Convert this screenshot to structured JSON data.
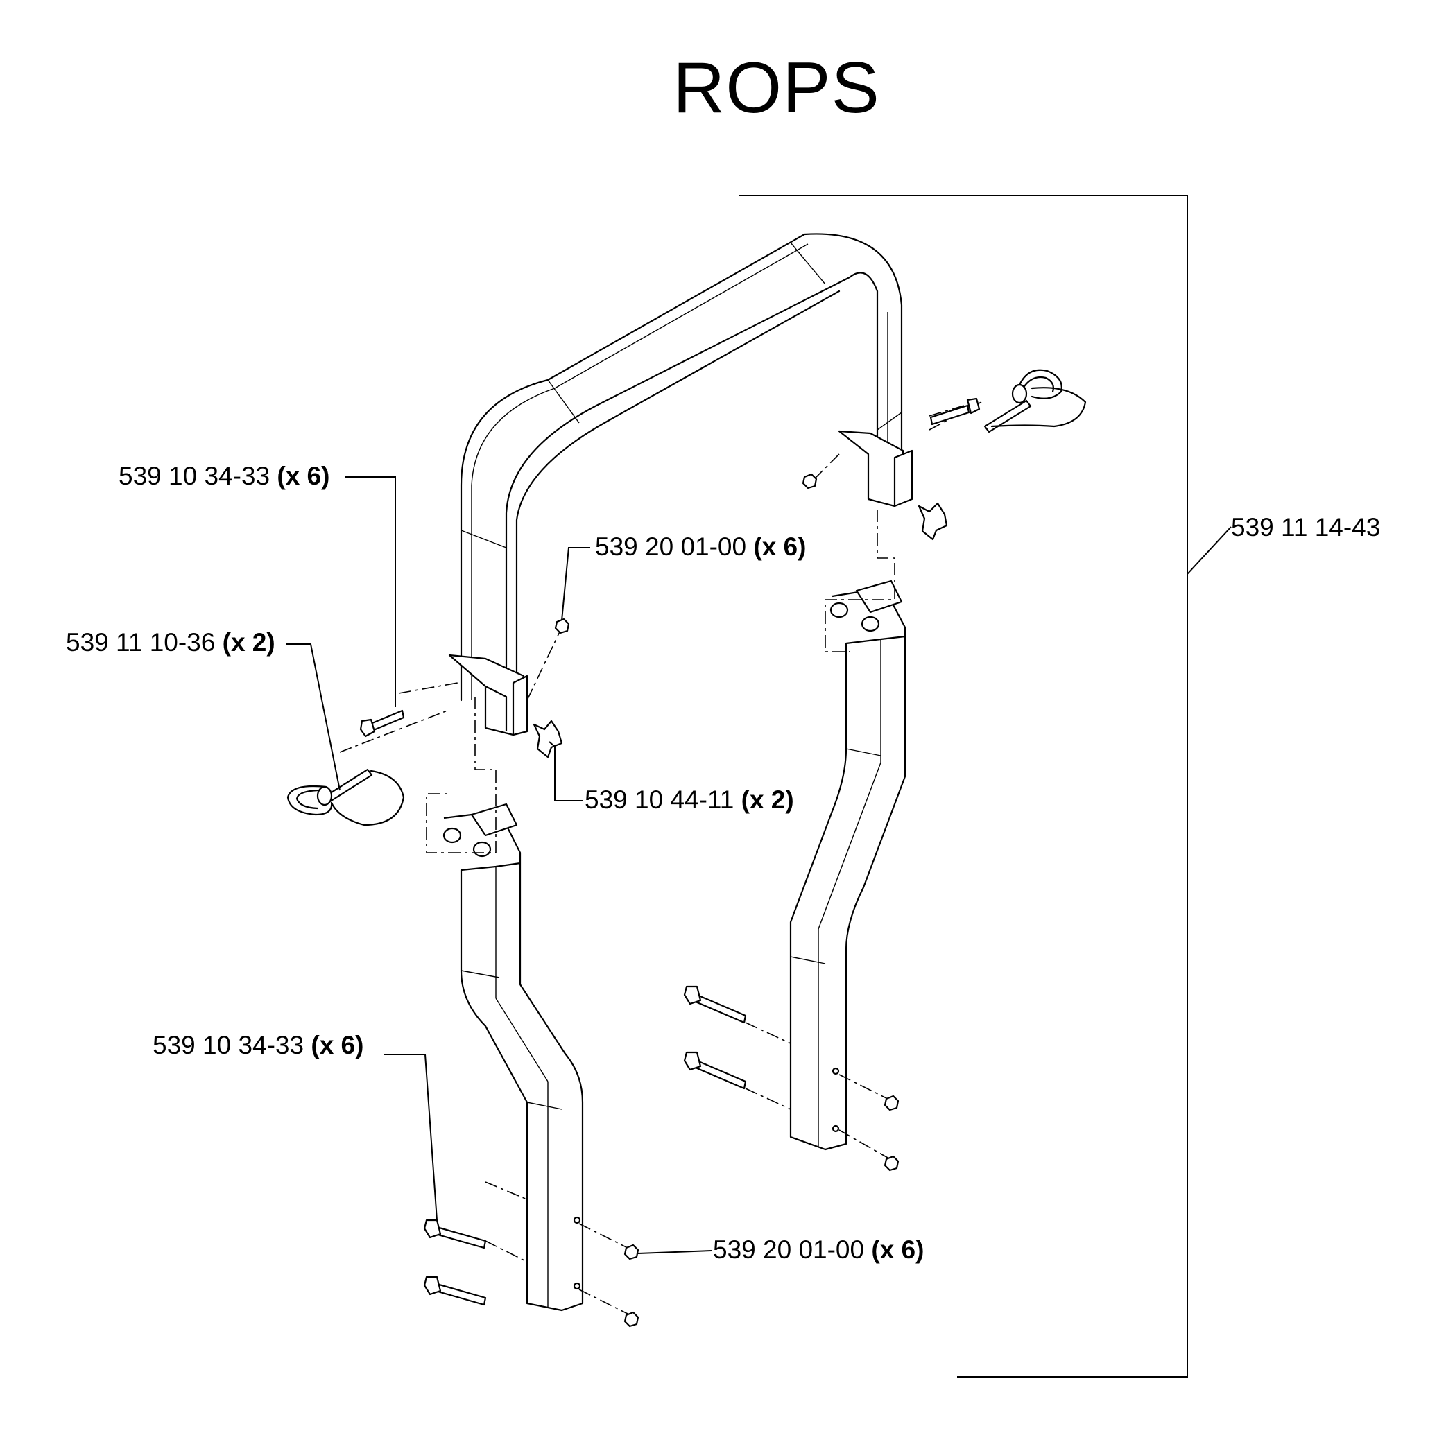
{
  "title": "ROPS",
  "callouts": [
    {
      "part": "539 10 34-33",
      "qty": "(x 6)"
    },
    {
      "part": "539 20 01-00",
      "qty": "(x 6)"
    },
    {
      "part": "539 11 10-36",
      "qty": "(x 2)"
    },
    {
      "part": "539 10 44-11",
      "qty": "(x 2)"
    },
    {
      "part": "539 11 14-43",
      "qty": ""
    },
    {
      "part": "539 10 34-33",
      "qty": "(x 6)"
    },
    {
      "part": "539 20 01-00",
      "qty": "(x 6)"
    }
  ]
}
